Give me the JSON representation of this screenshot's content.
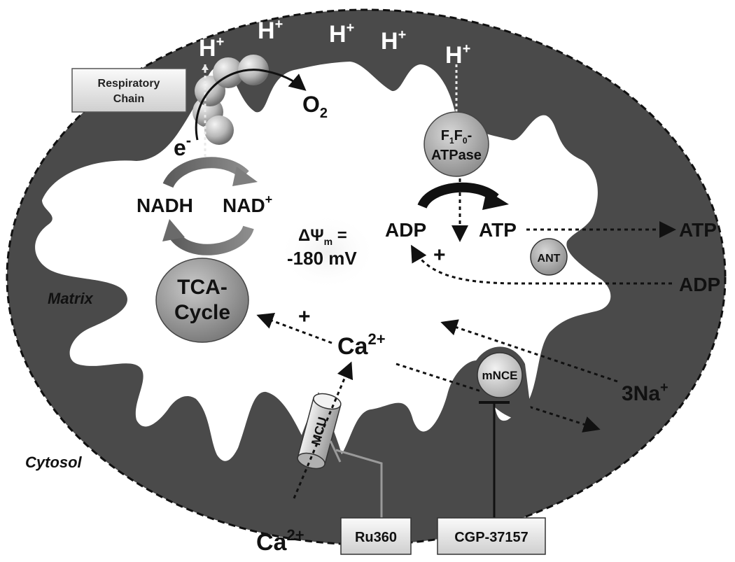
{
  "labels": {
    "hplus": "H",
    "plus_sup": "+",
    "respiratory_chain_1": "Respiratory",
    "respiratory_chain_2": "Chain",
    "o2_main": "O",
    "o2_sub": "2",
    "electron": "e",
    "electron_sup": "-",
    "nadh": "NADH",
    "nad": "NAD",
    "nad_sup": "+",
    "tca_1": "TCA-",
    "tca_2": "Cycle",
    "matrix": "Matrix",
    "cytosol": "Cytosol",
    "atpase_f": "F",
    "atpase_sub1": "1",
    "atpase_f0": "F",
    "atpase_sub0": "0",
    "atpase_dash": "-",
    "atpase_2": "ATPase",
    "adp": "ADP",
    "atp": "ATP",
    "atp_out": "ATP",
    "adp_out": "ADP",
    "ant": "ANT",
    "delta_psi": "ΔΨ",
    "delta_sub": "m",
    "delta_eq": " =",
    "potential": "-180 mV",
    "plus": "+",
    "ca": "Ca",
    "ca_sup": "2+",
    "mnce": "mNCE",
    "na": "3Na",
    "na_sup": "+",
    "mcu": "MCU",
    "ru360": "Ru360",
    "cgp": "CGP-37157"
  },
  "colors": {
    "matrix_fill": "#4a4a4a",
    "membrane_dash": "#111111",
    "component_light": "#cfcfcf",
    "component_mid": "#8e8e8e"
  }
}
